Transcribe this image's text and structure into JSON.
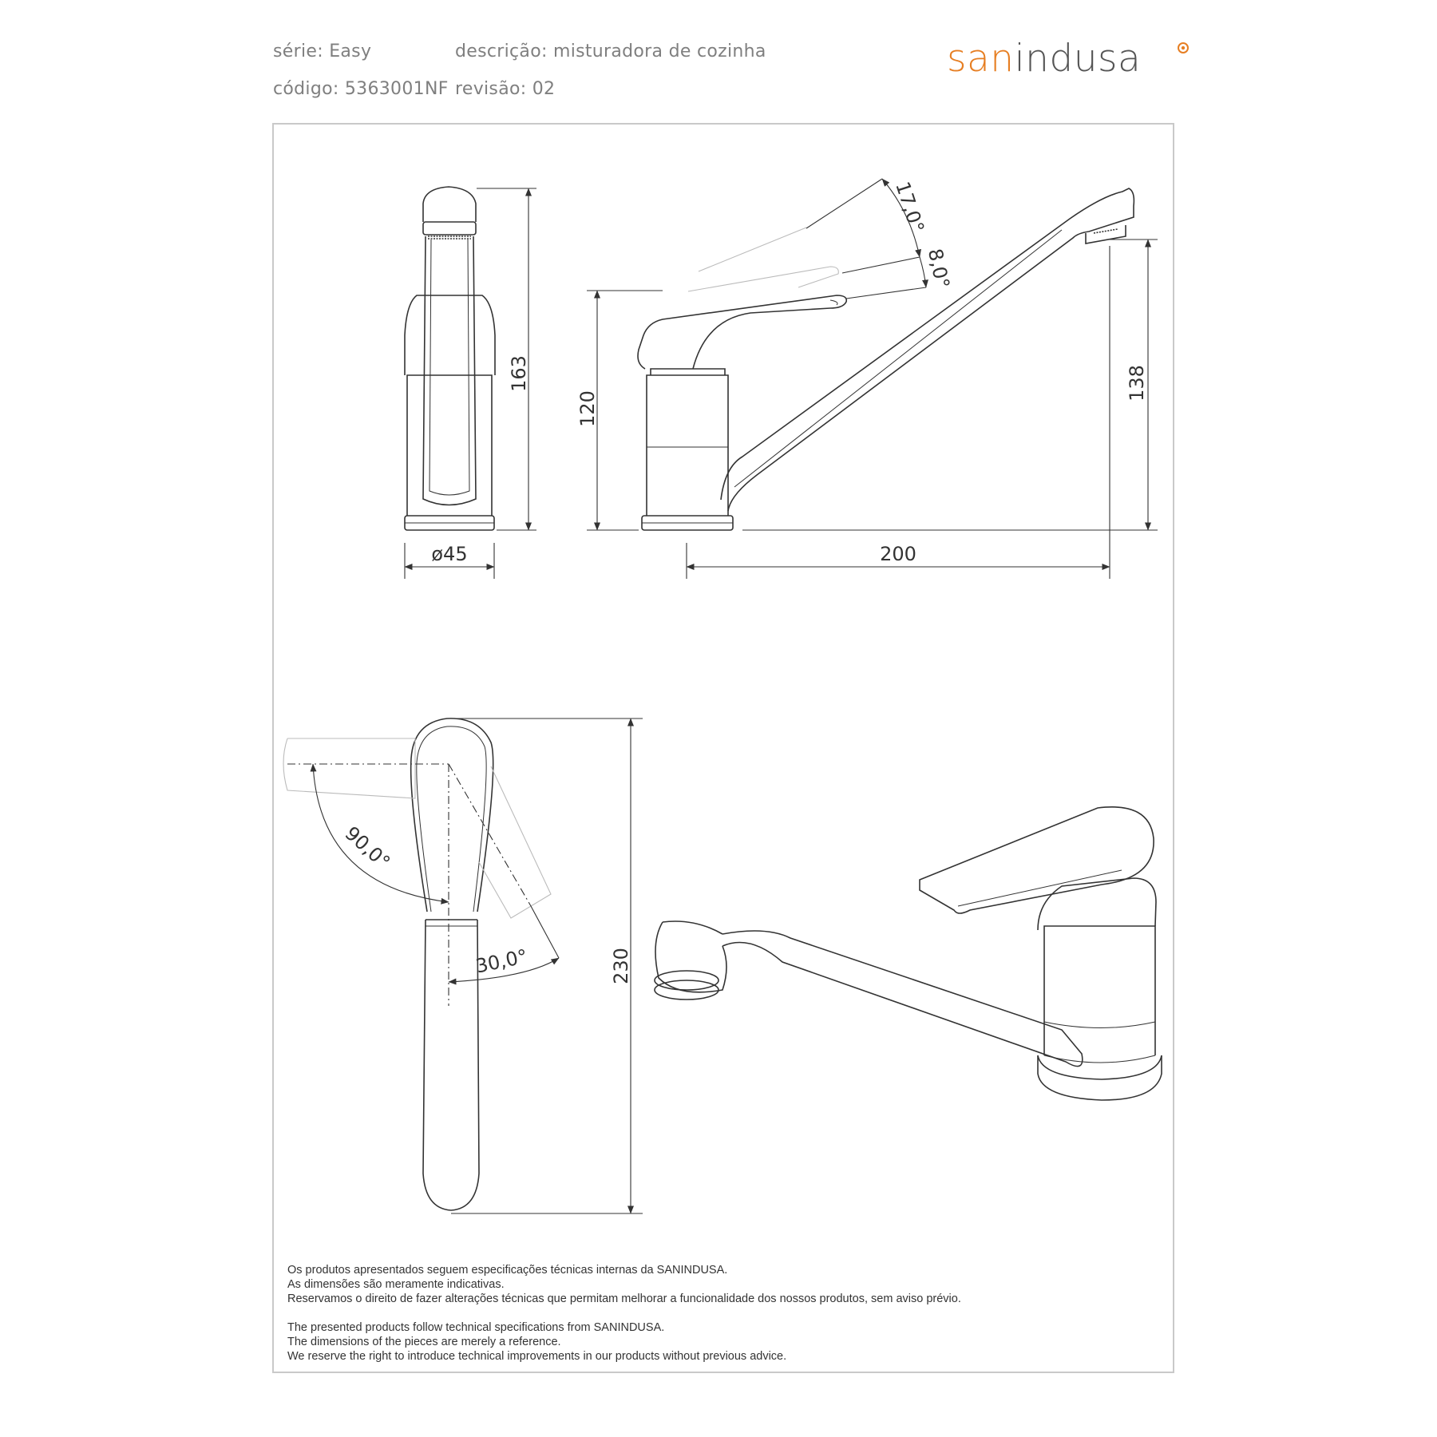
{
  "header": {
    "serie": "série: Easy",
    "descricao": "descrição: misturadora de cozinha",
    "codigo": "código: 5363001NF",
    "revisao": "revisão: 02"
  },
  "logo": {
    "part1": "san",
    "part2": "indusa"
  },
  "colors": {
    "brand_orange": "#e67e22",
    "brand_grey": "#555555",
    "frame": "#c9c9c9",
    "line": "#333333"
  },
  "dimensions": {
    "height_total": "163",
    "diameter": "ø45",
    "height_lever": "120",
    "spout_reach": "200",
    "spout_height": "138",
    "angle_up": "17,0°",
    "angle_small": "8,0°",
    "length_top": "230",
    "angle_rotation": "90,0°",
    "angle_side": "30,0°"
  },
  "notes": {
    "pt": [
      "Os produtos apresentados seguem especificações técnicas internas da SANINDUSA.",
      "As dimensões são meramente indicativas.",
      "Reservamos o direito de fazer alterações técnicas que permitam melhorar a funcionalidade dos nossos produtos, sem aviso prévio."
    ],
    "en": [
      "The presented products follow technical specifications from SANINDUSA.",
      "The dimensions of the pieces are merely a reference.",
      "We reserve the right to introduce technical improvements in our products without previous advice."
    ]
  }
}
